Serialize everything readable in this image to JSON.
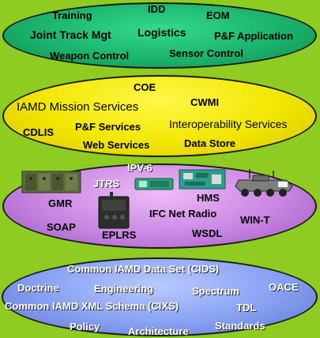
{
  "layers": {
    "top": {
      "training": "Training",
      "idd": "IDD",
      "eom": "EOM",
      "joint_track_mgt": "Joint Track Mgt",
      "logistics": "Logistics",
      "pf_application": "P&F Application",
      "weapon_control": "Weapon Control",
      "sensor_control": "Sensor Control"
    },
    "services": {
      "coe": "COE",
      "iamd_mission_services": "IAMD Mission Services",
      "cwmi": "CWMI",
      "cdlis": "CDLIS",
      "pf_services": "P&F Services",
      "interoperability_services": "Interoperability Services",
      "web_services": "Web Services",
      "data_store": "Data Store"
    },
    "network": {
      "ipv6": "IPV-6",
      "jtrs": "JTRS",
      "gmr": "GMR",
      "hms": "HMS",
      "ifc_net_radio": "IFC Net Radio",
      "win_t": "WIN-T",
      "soap": "SOAP",
      "eplrs": "EPLRS",
      "wsdl": "WSDL"
    },
    "foundation": {
      "cids": "Common IAMD Data Set (CIDS)",
      "doctrine": "Doctrine",
      "engineering": "Engineering",
      "spectrum": "Spectrum",
      "oace": "OACE",
      "cixs": "Common IAMD XML Schema (CIXS)",
      "tdl": "TDL",
      "policy": "Policy",
      "architecture": "Architecture",
      "standards": "Standards"
    }
  },
  "colors": {
    "background": "#8ecc22",
    "top_layer": "#19b06a",
    "services_layer": "#f2e600",
    "network_layer": "#c986e2",
    "foundation_layer": "#8ba4f4"
  }
}
